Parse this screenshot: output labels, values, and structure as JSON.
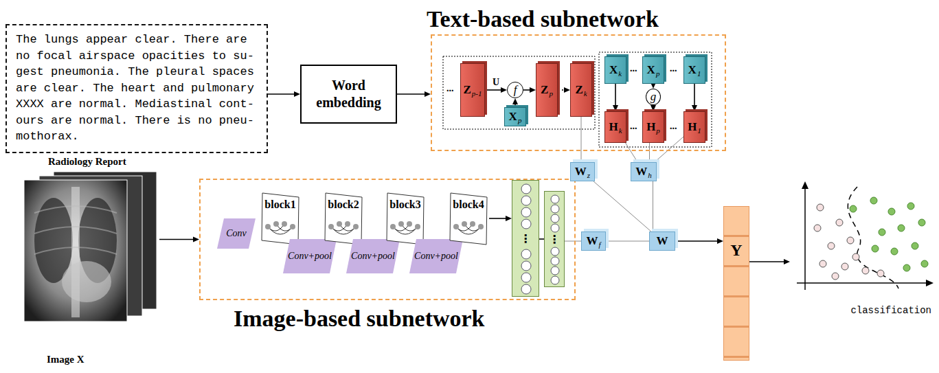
{
  "diagram": {
    "nodes": [
      {
        "text": [
          "The lungs appear clear. There are no focal airspace opacities to su- gest pneumonia. The pleural spaces are clear. The heart and pulmonary XXXX are normal. Mediastinal cont- ours are normal. There is no pneu- mothorax.",
          "Radiology Report"
        ]
      },
      {
        "text": [
          "Word embedding"
        ]
      },
      {
        "text": [
          "Text-based subnetwork"
        ]
      },
      {
        "text": [
          "Z",
          "p-1"
        ],
        "in": 2
      },
      {
        "text": [
          "f"
        ],
        "in": 2
      },
      {
        "text": [
          "X",
          "p"
        ],
        "in": 2
      },
      {
        "text": [
          "Z",
          "p"
        ],
        "in": 2
      },
      {
        "text": [
          "Z",
          "k"
        ],
        "in": 2
      },
      {
        "text": [
          "X",
          "k"
        ],
        "in": 2
      },
      {
        "text": [
          "X",
          "p"
        ],
        "in": 2
      },
      {
        "text": [
          "X",
          "1"
        ],
        "in": 2
      },
      {
        "text": [
          "g"
        ],
        "in": 2
      },
      {
        "text": [
          "H",
          "k"
        ],
        "in": 2
      },
      {
        "text": [
          "H",
          "p"
        ],
        "in": 2
      },
      {
        "text": [
          "H",
          "1"
        ],
        "in": 2
      },
      {
        "text": [
          "Image X"
        ]
      },
      {
        "text": [
          "Image-based subnetwork"
        ]
      },
      {
        "text": [
          "Conv"
        ],
        "in": 16
      },
      {
        "text": [
          "block1"
        ],
        "in": 16
      },
      {
        "text": [
          "Conv+pool"
        ],
        "in": 16
      },
      {
        "text": [
          "block2"
        ],
        "in": 16
      },
      {
        "text": [
          "Conv+pool"
        ],
        "in": 16
      },
      {
        "text": [
          "block3"
        ],
        "in": 16
      },
      {
        "text": [
          "Conv+pool"
        ],
        "in": 16
      },
      {
        "text": [
          "block4"
        ],
        "in": 16
      },
      {
        "text": [
          "⋮"
        ],
        "in": 16
      },
      {
        "text": [
          "⋮"
        ],
        "in": 16
      },
      {
        "text": [
          "W",
          "z"
        ]
      },
      {
        "text": [
          "W",
          "h"
        ]
      },
      {
        "text": [
          "W",
          "f"
        ]
      },
      {
        "text": [
          "W"
        ]
      },
      {
        "text": [
          "Y"
        ]
      },
      {
        "text": [
          "classification"
        ]
      }
    ],
    "edges": [
      {
        "from": 0,
        "to": 1,
        "arrow": "to"
      },
      {
        "from": 1,
        "to": 2,
        "arrow": "to"
      },
      {
        "from": 3,
        "to": 4,
        "label": "U",
        "arrow": "to"
      },
      {
        "from": 5,
        "to": 4,
        "arrow": "to"
      },
      {
        "from": 4,
        "to": 6,
        "arrow": "to"
      },
      {
        "from": 6,
        "to": 7,
        "arrow": "to"
      },
      {
        "from": 8,
        "to": 12,
        "arrow": "to"
      },
      {
        "from": 9,
        "to": 11,
        "arrow": "to"
      },
      {
        "from": 11,
        "to": 13,
        "arrow": "to"
      },
      {
        "from": 10,
        "to": 14,
        "arrow": "to"
      },
      {
        "from": 7,
        "to": 27,
        "arrow": "none"
      },
      {
        "from": 12,
        "to": 28,
        "arrow": "none"
      },
      {
        "from": 13,
        "to": 28,
        "arrow": "none"
      },
      {
        "from": 14,
        "to": 28,
        "arrow": "none"
      },
      {
        "from": 27,
        "to": 30,
        "arrow": "none"
      },
      {
        "from": 28,
        "to": 30,
        "arrow": "none"
      },
      {
        "from": 15,
        "to": 16,
        "arrow": "to"
      },
      {
        "from": 24,
        "to": 25,
        "arrow": "to"
      },
      {
        "from": 25,
        "to": 26,
        "arrow": "none"
      },
      {
        "from": 26,
        "to": 29,
        "arrow": "none"
      },
      {
        "from": 29,
        "to": 30,
        "arrow": "none"
      },
      {
        "from": 30,
        "to": 31,
        "arrow": "to"
      },
      {
        "from": 31,
        "to": 32,
        "arrow": "to"
      }
    ],
    "labels": [
      "...",
      "...",
      "...",
      "...",
      "..."
    ]
  }
}
